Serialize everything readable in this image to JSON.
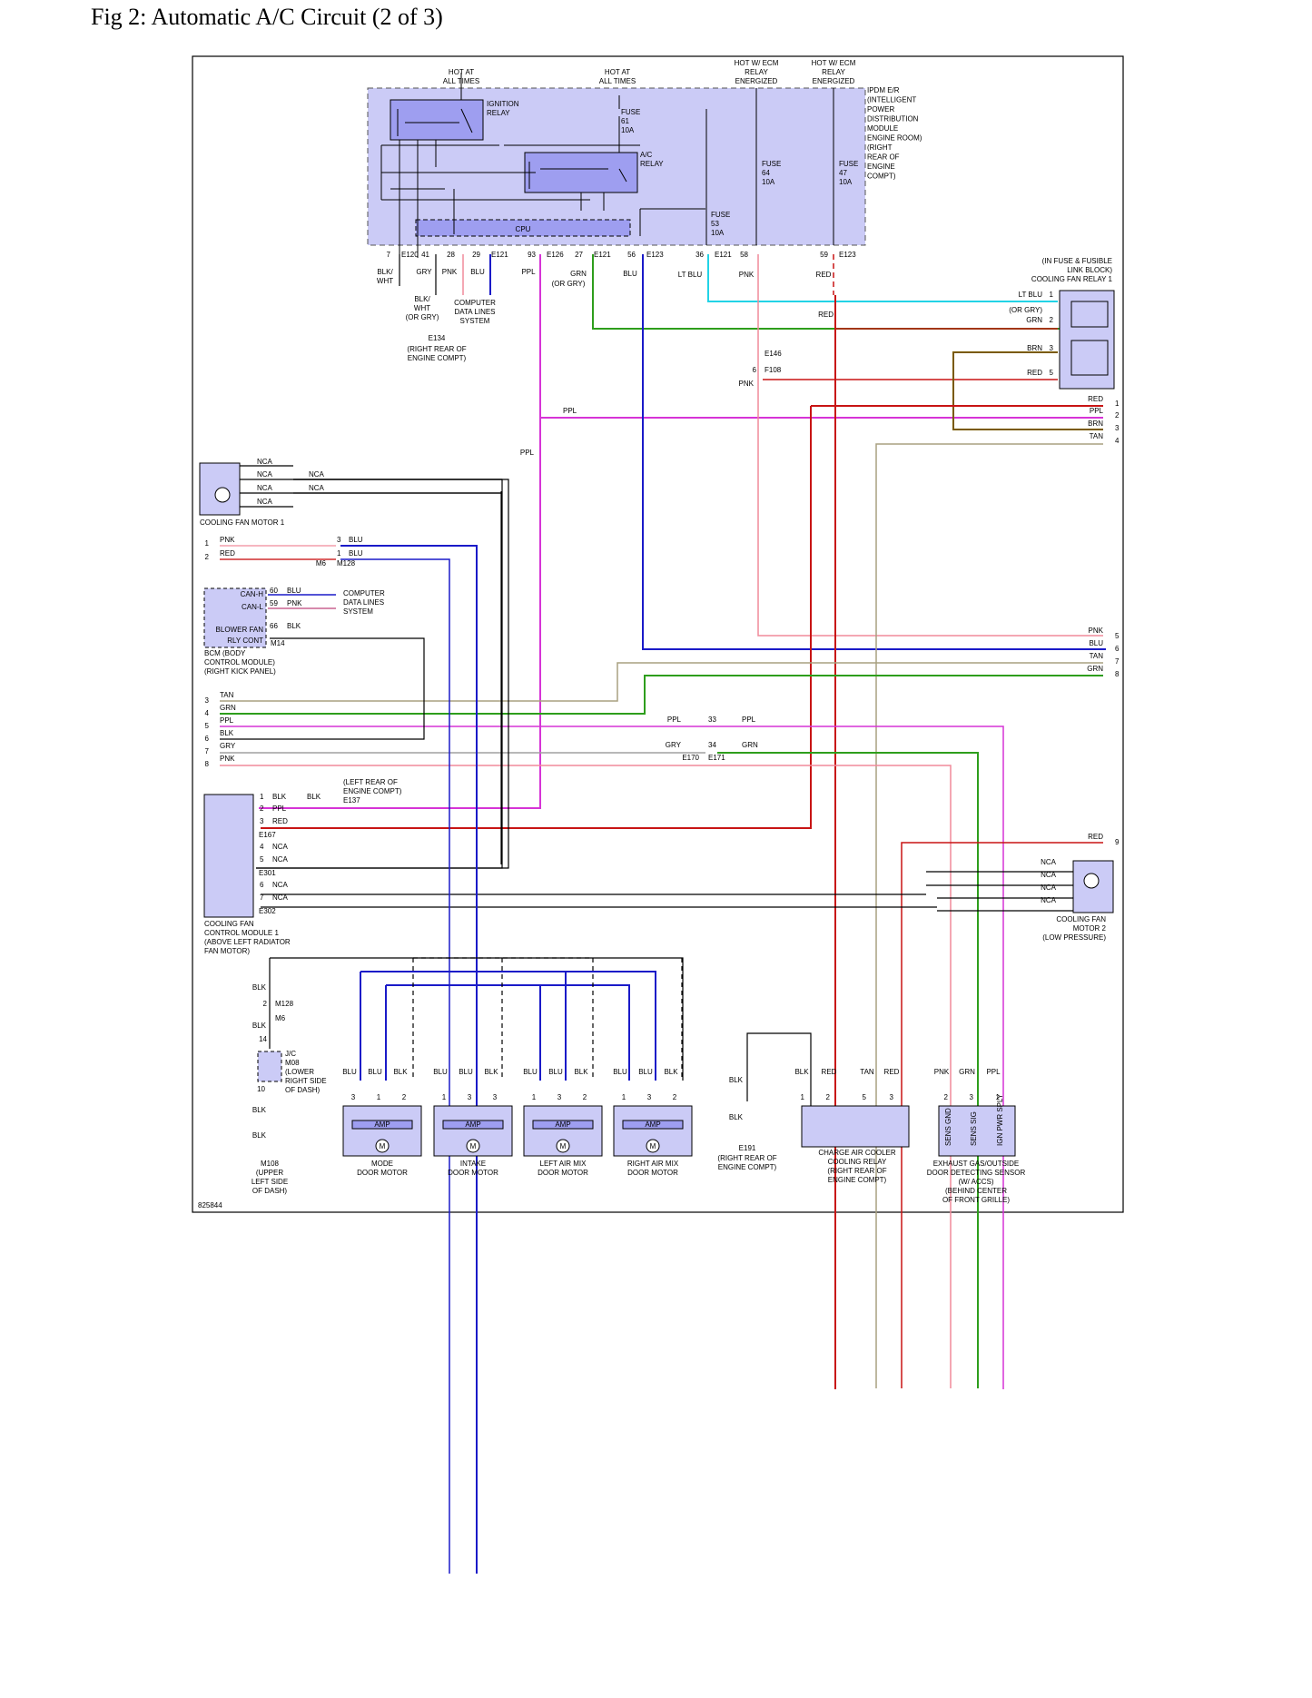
{
  "title": "Fig 2: Automatic A/C Circuit (2 of 3)",
  "figure_id": "825844",
  "colors": {
    "module_fill": "#cbcbf6",
    "relay_fill": "#9e9ef0",
    "cyan": "#22d3e6",
    "green": "#2e9e1c",
    "red": "#c81414",
    "pink": "#f08a9a",
    "magenta": "#d633d6",
    "blue": "#1a1ac8",
    "black": "#000000",
    "brown": "#7a5a00",
    "tan": "#a8a080",
    "gray": "#a0a0a0"
  },
  "ipdm": {
    "hot1": [
      "HOT AT",
      "ALL TIMES"
    ],
    "hot2": [
      "HOT AT",
      "ALL TIMES"
    ],
    "hot3": [
      "HOT W/ ECM",
      "RELAY",
      "ENERGIZED"
    ],
    "hot4": [
      "HOT W/ ECM",
      "RELAY",
      "ENERGIZED"
    ],
    "label": [
      "IPDM E/R",
      "(INTELLIGENT",
      "POWER",
      "DISTRIBUTION",
      "MODULE",
      "ENGINE ROOM)",
      "(RIGHT",
      "REAR OF",
      "ENGINE",
      "COMPT)"
    ],
    "ign_relay": [
      "IGNITION",
      "RELAY"
    ],
    "ac_relay": [
      "A/C",
      "RELAY"
    ],
    "fuse61": [
      "FUSE",
      "61",
      "10A"
    ],
    "fuse64": [
      "FUSE",
      "64",
      "10A"
    ],
    "fuse47": [
      "FUSE",
      "47",
      "10A"
    ],
    "fuse53": [
      "FUSE",
      "53",
      "10A"
    ],
    "cpu": "CPU",
    "pins": [
      {
        "n": "7",
        "c": "E120"
      },
      {
        "n": "41",
        "c": ""
      },
      {
        "n": "28",
        "c": ""
      },
      {
        "n": "29",
        "c": "E121"
      },
      {
        "n": "93",
        "c": "E126"
      },
      {
        "n": "27",
        "c": "E121"
      },
      {
        "n": "56",
        "c": "E123"
      },
      {
        "n": "36",
        "c": "E121"
      },
      {
        "n": "58",
        "c": ""
      },
      {
        "n": "59",
        "c": "E123"
      }
    ],
    "wires": [
      "BLK/\nWHT",
      "GRY",
      "PNK",
      "BLU",
      "PPL",
      "GRN",
      "(OR GRY)",
      "BLU",
      "LT BLU",
      "PNK",
      "RED"
    ]
  },
  "ground_e134": {
    "wire": [
      "BLK/",
      "WHT",
      "(OR GRY)"
    ],
    "id": "E134",
    "loc": [
      "(RIGHT REAR OF",
      "ENGINE COMPT)"
    ]
  },
  "data_lines": [
    "COMPUTER",
    "DATA LINES",
    "SYSTEM"
  ],
  "fan_relay1": {
    "label": [
      "(IN FUSE & FUSIBLE",
      "LINK BLOCK)",
      "COOLING FAN RELAY 1"
    ],
    "pins": [
      {
        "w": "LT BLU",
        "p": "1"
      },
      {
        "w": "(OR GRY)",
        "p": ""
      },
      {
        "w": "GRN",
        "p": "2"
      },
      {
        "w": "BRN",
        "p": "3"
      },
      {
        "w": "RED",
        "p": "5"
      }
    ],
    "red_mid": "RED"
  },
  "e146": {
    "conn1": "E146",
    "pin": "6",
    "conn2": "F108",
    "wire": "PNK"
  },
  "right_bus_top": [
    {
      "w": "RED",
      "p": "1"
    },
    {
      "w": "PPL",
      "p": "2"
    },
    {
      "w": "BRN",
      "p": "3"
    },
    {
      "w": "TAN",
      "p": "4"
    }
  ],
  "right_bus_mid": [
    {
      "w": "PNK",
      "p": "5"
    },
    {
      "w": "BLU",
      "p": "6"
    },
    {
      "w": "TAN",
      "p": "7"
    },
    {
      "w": "GRN",
      "p": "8"
    }
  ],
  "right_red9": {
    "w": "RED",
    "p": "9"
  },
  "ppl_labels": [
    "PPL",
    "PPL"
  ],
  "fan_motor1": {
    "label": "COOLING FAN MOTOR 1",
    "nca": [
      "NCA",
      "NCA",
      "NCA",
      "NCA"
    ],
    "nca2": [
      "NCA",
      "NCA"
    ]
  },
  "m6_block": {
    "rows": [
      {
        "p": "1",
        "w": "PNK",
        "p2": "3",
        "w2": "BLU"
      },
      {
        "p": "2",
        "w": "RED",
        "p2": "1",
        "w2": "BLU"
      }
    ],
    "conns": [
      "M6",
      "M128"
    ]
  },
  "bcm": {
    "rows": [
      {
        "label": "CAN-H",
        "pin": "60",
        "w": "BLU"
      },
      {
        "label": "CAN-L",
        "pin": "59",
        "w": "PNK"
      },
      {
        "label": "BLOWER FAN",
        "pin": "66",
        "w": "BLK"
      }
    ],
    "sub": "RLY CONT",
    "conn": "M14",
    "name": [
      "BCM (BODY",
      "CONTROL MODULE)",
      "(RIGHT KICK PANEL)"
    ]
  },
  "left_bus": [
    {
      "p": "3",
      "w": "TAN"
    },
    {
      "p": "4",
      "w": "GRN"
    },
    {
      "p": "5",
      "w": "PPL"
    },
    {
      "p": "6",
      "w": "BLK"
    },
    {
      "p": "7",
      "w": "GRY"
    },
    {
      "p": "8",
      "w": "PNK"
    }
  ],
  "e170": {
    "w1": "PPL",
    "p1": "33",
    "w1b": "PPL",
    "w2": "GRY",
    "p2": "34",
    "w2b": "GRN",
    "c1": "E170",
    "c2": "E171"
  },
  "fan_ctrl1": {
    "rows": [
      {
        "p": "1",
        "w": "BLK"
      },
      {
        "p": "2",
        "w": "PPL"
      },
      {
        "p": "3",
        "w": "RED"
      },
      {
        "p": "4",
        "w": "NCA"
      },
      {
        "p": "5",
        "w": "NCA"
      },
      {
        "p": "6",
        "w": "NCA"
      },
      {
        "p": "7",
        "w": "NCA"
      }
    ],
    "conns": [
      "E167",
      "E301",
      "E302"
    ],
    "blk": "BLK",
    "gnd": [
      "(LEFT REAR OF",
      "ENGINE COMPT)",
      "E137"
    ],
    "name": [
      "COOLING FAN",
      "CONTROL MODULE 1",
      "(ABOVE LEFT RADIATOR",
      "FAN MOTOR)"
    ]
  },
  "fan_motor2": {
    "nca": [
      "NCA",
      "NCA",
      "NCA",
      "NCA"
    ],
    "name": [
      "COOLING FAN",
      "MOTOR 2",
      "(LOW PRESSURE)"
    ]
  },
  "jc": {
    "blk": [
      "BLK",
      "BLK",
      "BLK",
      "BLK"
    ],
    "pins": [
      "2",
      "14",
      "10"
    ],
    "conns": [
      "M128",
      "M6"
    ],
    "label": [
      "J/C",
      "M08",
      "(LOWER",
      "RIGHT SIDE",
      "OF DASH)"
    ],
    "gnd": [
      "M108",
      "(UPPER",
      "LEFT SIDE",
      "OF DASH)"
    ]
  },
  "door_motors": [
    {
      "wires": [
        "BLU",
        "BLU",
        "BLK"
      ],
      "pins": [
        "3",
        "1",
        "2"
      ],
      "name": [
        "MODE",
        "DOOR MOTOR"
      ]
    },
    {
      "wires": [
        "BLU",
        "BLU",
        "BLK"
      ],
      "pins": [
        "1",
        "3",
        "3"
      ],
      "name": [
        "INTAKE",
        "DOOR MOTOR"
      ]
    },
    {
      "wires": [
        "BLU",
        "BLU",
        "BLK"
      ],
      "pins": [
        "1",
        "3",
        "2"
      ],
      "name": [
        "LEFT AIR MIX",
        "DOOR MOTOR"
      ]
    },
    {
      "wires": [
        "BLU",
        "BLU",
        "BLK"
      ],
      "pins": [
        "1",
        "3",
        "2"
      ],
      "name": [
        "RIGHT AIR MIX",
        "DOOR MOTOR"
      ]
    }
  ],
  "amp": "AMP",
  "e191": {
    "w": [
      "BLK",
      "BLK"
    ],
    "id": "E191",
    "loc": [
      "(RIGHT REAR OF",
      "ENGINE COMPT)"
    ]
  },
  "cac_relay": {
    "wires": [
      "BLK",
      "RED",
      "TAN",
      "RED"
    ],
    "pins": [
      "1",
      "2",
      "5",
      "3"
    ],
    "name": [
      "CHARGE AIR COOLER",
      "COOLING RELAY",
      "(RIGHT REAR OF",
      "ENGINE COMPT)"
    ]
  },
  "exhaust_sensor": {
    "wires": [
      "PNK",
      "GRN",
      "PPL"
    ],
    "pins": [
      "2",
      "3",
      "1"
    ],
    "terms": [
      "SENS GND",
      "SENS SIG",
      "IGN PWR SPLY"
    ],
    "name": [
      "EXHAUST GAS/OUTSIDE",
      "DOOR DETECTING SENSOR",
      "(W/ ACCS)",
      "(BEHIND CENTER",
      "OF FRONT GRILLE)"
    ]
  }
}
